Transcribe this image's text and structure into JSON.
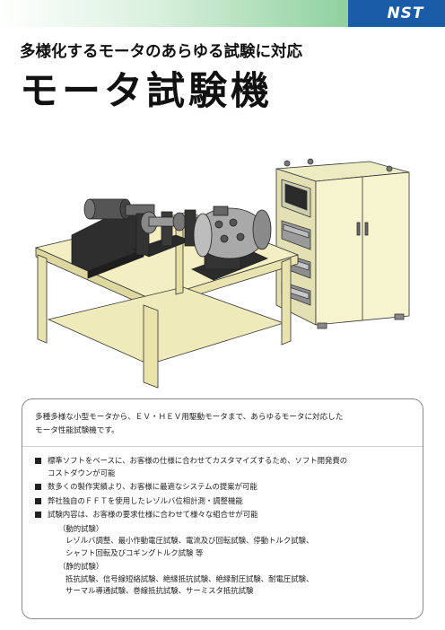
{
  "header": {
    "logo_text": "NST",
    "subtitle": "多様化するモータのあらゆる試験に対応",
    "title": "モータ試験機"
  },
  "illustration": {
    "subject": "motor test bench with control cabinet"
  },
  "info": {
    "intro_lines": [
      "多種多様な小型モータから、ＥＶ・ＨＥＶ用駆動モータまで、あらゆるモータに対応した",
      "モータ性能試験機です。"
    ],
    "bullets": [
      {
        "lines": [
          "標準ソフトをベースに、お客様の仕様に合わせてカスタマイズするため、ソフト開発費の",
          "コストダウンが可能"
        ]
      },
      {
        "lines": [
          "数多くの製作実績より、お客様に最適なシステムの提案が可能"
        ]
      },
      {
        "lines": [
          "弊社独自のＦＦＴを使用したレゾルバ位相計測・調整機能"
        ]
      },
      {
        "lines": [
          "試験内容は、お客様の要求仕様に合わせて様々な組合せが可能"
        ]
      }
    ],
    "dynamic": {
      "heading": "（動的試験）",
      "lines": [
        "レゾルバ調整、最小作動電圧試験、電流及び回転試験、停動トルク試験、",
        "シャフト回転及びコギングトルク試験 等"
      ]
    },
    "static": {
      "heading": "（静的試験）",
      "lines": [
        "抵抗試験、信号線短絡試験、絶縁抵抗試験、絶縁耐圧試験、耐電圧試験、",
        "サーマル導通試験、巻線抵抗試験、サーミスタ抵抗試験"
      ]
    }
  }
}
